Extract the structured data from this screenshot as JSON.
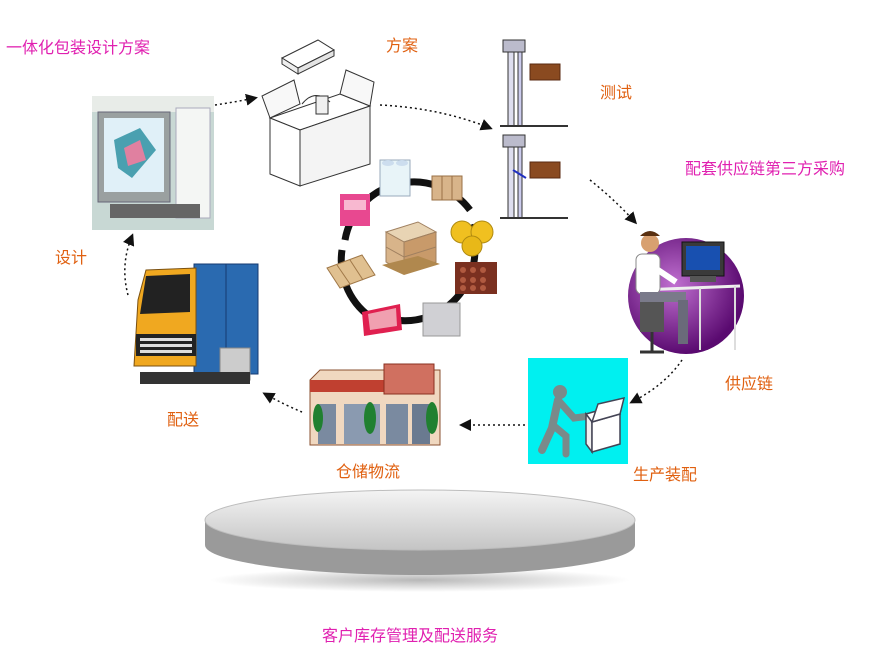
{
  "title": "一体化包装设计方案",
  "bottom_caption": "客户库存管理及配送服务",
  "labels": {
    "scheme": "方案",
    "test": "测试",
    "third_party": "配套供应链第三方采购",
    "supply_chain": "供应链",
    "production": "生产装配",
    "warehouse": "仓储物流",
    "delivery": "配送",
    "design": "设计"
  },
  "colors": {
    "title": "#e020b0",
    "label": "#e06010",
    "assembly_bg": "#00f0f0",
    "platform": "#d8d8d8"
  }
}
